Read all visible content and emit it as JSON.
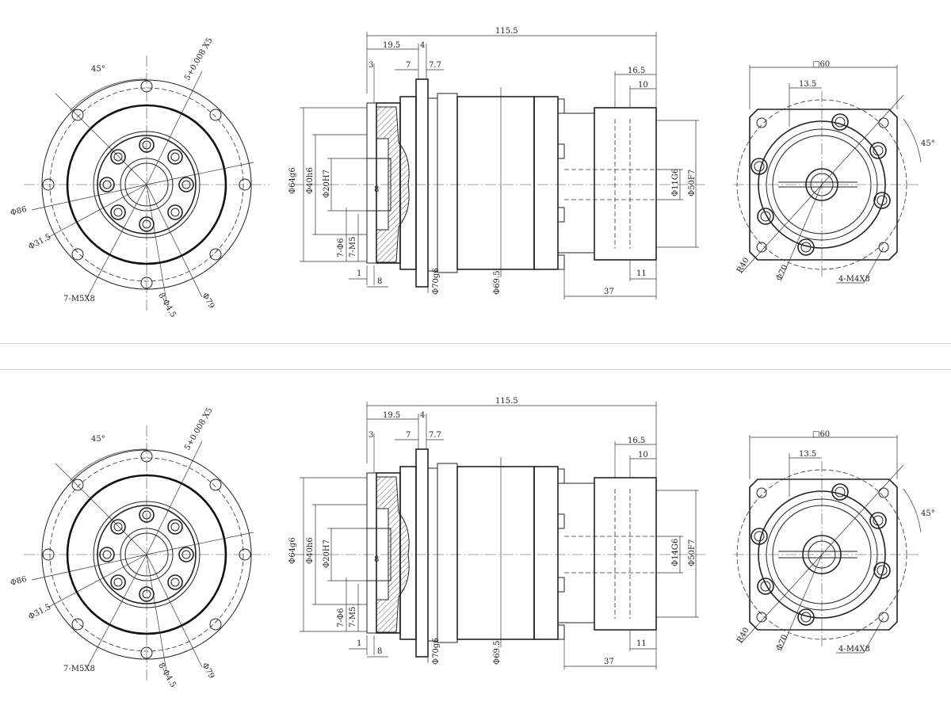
{
  "panels": [
    {
      "id": "top",
      "front": {
        "angle": "45°",
        "hole_note": "5+0.008 X5",
        "dia_outer": "Φ86",
        "dia_inner": "Φ31.5",
        "thread": "7-M5X8",
        "hole_small": "8-Φ4.5",
        "dia_pcd": "Φ79"
      },
      "side": {
        "total_length": "115.5",
        "dim_a": "19.5",
        "dim_b": "4",
        "dim_c": "3",
        "dim_d": "7",
        "dim_e": "7.7",
        "dim_f": "16.5",
        "dim_g": "10",
        "dim_h": "8",
        "dim_i": "1",
        "dim_j": "8",
        "dim_k": "11",
        "dim_l": "37",
        "dia_64": "Φ64g6",
        "dia_40": "Φ40h6",
        "dia_20": "Φ20H7",
        "hole_6": "7-Φ6",
        "thread_m5": "7-M5",
        "dia_70": "Φ70g6",
        "dia_695": "Φ69.5",
        "dia_bore": "Φ11G6",
        "dia_50": "Φ50F7"
      },
      "rear": {
        "square": "□60",
        "dim_135": "13.5",
        "angle": "45°",
        "radius": "R40",
        "dia_70": "Φ70",
        "thread": "4-M4X8"
      }
    },
    {
      "id": "bottom",
      "front": {
        "angle": "45°",
        "hole_note": "5+0.008 X5",
        "dia_outer": "Φ86",
        "dia_inner": "Φ31.5",
        "thread": "7-M5X8",
        "hole_small": "8-Φ4.5",
        "dia_pcd": "Φ79"
      },
      "side": {
        "total_length": "115.5",
        "dim_a": "19.5",
        "dim_b": "4",
        "dim_c": "3",
        "dim_d": "7",
        "dim_e": "7.7",
        "dim_f": "16.5",
        "dim_g": "10",
        "dim_h": "8",
        "dim_i": "1",
        "dim_j": "8",
        "dim_k": "11",
        "dim_l": "37",
        "dia_64": "Φ64g6",
        "dia_40": "Φ40h6",
        "dia_20": "Φ20H7",
        "hole_6": "7-Φ6",
        "thread_m5": "7-M5",
        "dia_70": "Φ70g6",
        "dia_695": "Φ69.5",
        "dia_bore": "Φ14G6",
        "dia_50": "Φ50F7"
      },
      "rear": {
        "square": "□60",
        "dim_135": "13.5",
        "angle": "45°",
        "radius": "R40",
        "dia_70": "Φ70",
        "thread": "4-M4X8"
      }
    }
  ]
}
